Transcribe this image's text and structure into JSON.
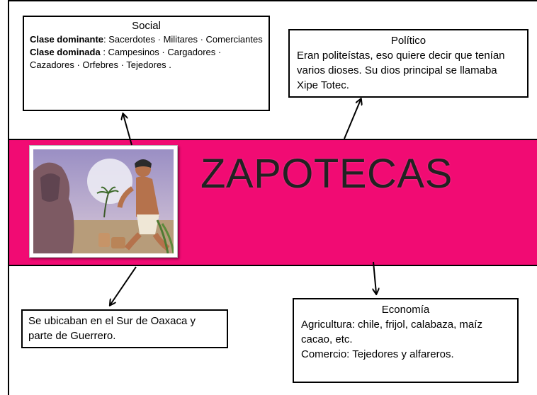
{
  "title": "ZAPOTECAS",
  "social": {
    "heading": "Social",
    "dominante_label": "Clase dominante",
    "dominante_text": ": Sacerdotes · Militares · Comerciantes",
    "dominada_label": "Clase dominada",
    "dominada_text": " : Campesinos · Cargadores · Cazadores · Orfebres · Tejedores ."
  },
  "politico": {
    "heading": "Político",
    "text": "Eran politeístas, eso quiere decir que tenían varios dioses. Su dios principal se llamaba Xipe Totec."
  },
  "economia": {
    "heading": "Economía",
    "line1": "Agricultura: chile, frijol, calabaza, maíz cacao, etc.",
    "line2": "Comercio: Tejedores y alfareros."
  },
  "ubicacion": {
    "text": "Se ubicaban en el Sur de Oaxaca y parte de Guerrero."
  },
  "colors": {
    "band": "#f10b73",
    "title": "#222222"
  }
}
